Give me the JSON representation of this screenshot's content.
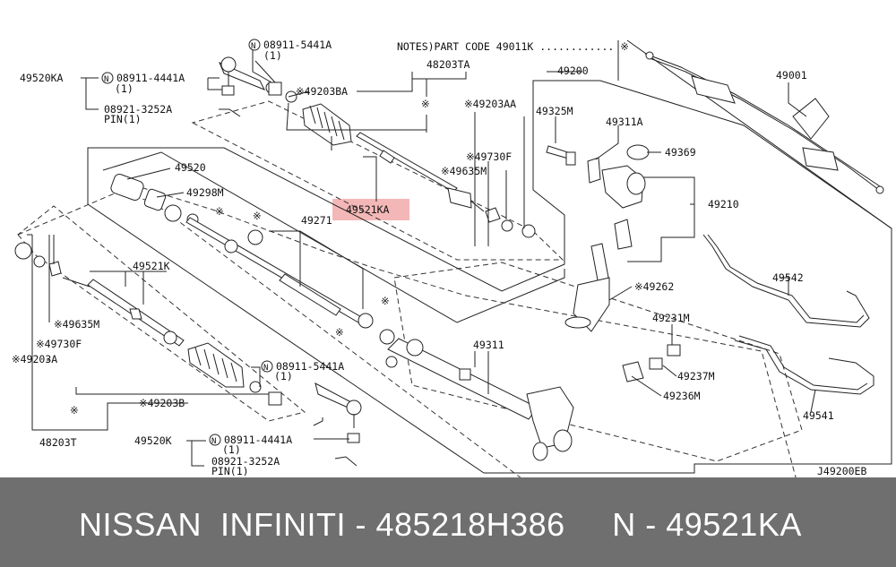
{
  "notes": "NOTES)PART CODE 49011K ............ ※",
  "ref_code": "J49200EB",
  "highlight_color": "#f4b7b7",
  "labels": {
    "l_49520KA_top": "49520KA",
    "l_n08911_4441A_top": "08911-4441A",
    "l_n08911_4441A_top_q": "(1)",
    "l_08921_3252A_top": "08921-3252A",
    "l_pin_top": "PIN(1)",
    "l_n08911_5441A_top": "08911-5441A",
    "l_n08911_5441A_top_q": "(1)",
    "l_48203TA": "48203TA",
    "l_49203BA": "※49203BA",
    "l_49203AA": "※49203AA",
    "l_49730F_top": "※49730F",
    "l_49635M_top": "※49635M",
    "l_49521KA": "49521KA",
    "l_49520": "49520",
    "l_49298M": "49298M",
    "l_49271": "49271",
    "l_49200": "49200",
    "l_49325M": "49325M",
    "l_49311A": "49311A",
    "l_49369": "49369",
    "l_49210": "49210",
    "l_49001": "49001",
    "l_49542": "49542",
    "l_49262": "※49262",
    "l_49231M": "49231M",
    "l_49237M": "49237M",
    "l_49236M": "49236M",
    "l_49541": "49541",
    "l_49311": "49311",
    "l_49521K": "49521K",
    "l_49635M_left": "※49635M",
    "l_49730F_left": "※49730F",
    "l_49203A_left": "※49203A",
    "l_n08911_5441A_bot": "08911-5441A",
    "l_n08911_5441A_bot_q": "(1)",
    "l_49203B": "※49203B",
    "l_48203T": "48203T",
    "l_49520K": "49520K",
    "l_n08911_4441A_bot": "08911-4441A",
    "l_n08911_4441A_bot_q": "(1)",
    "l_08921_3252A_bot": "08921-3252A",
    "l_pin_bot": "PIN(1)"
  },
  "footer": {
    "text": "NISSAN  INFINITI - 485218H386     N - 49521KA",
    "background": "#6f6f6f"
  }
}
